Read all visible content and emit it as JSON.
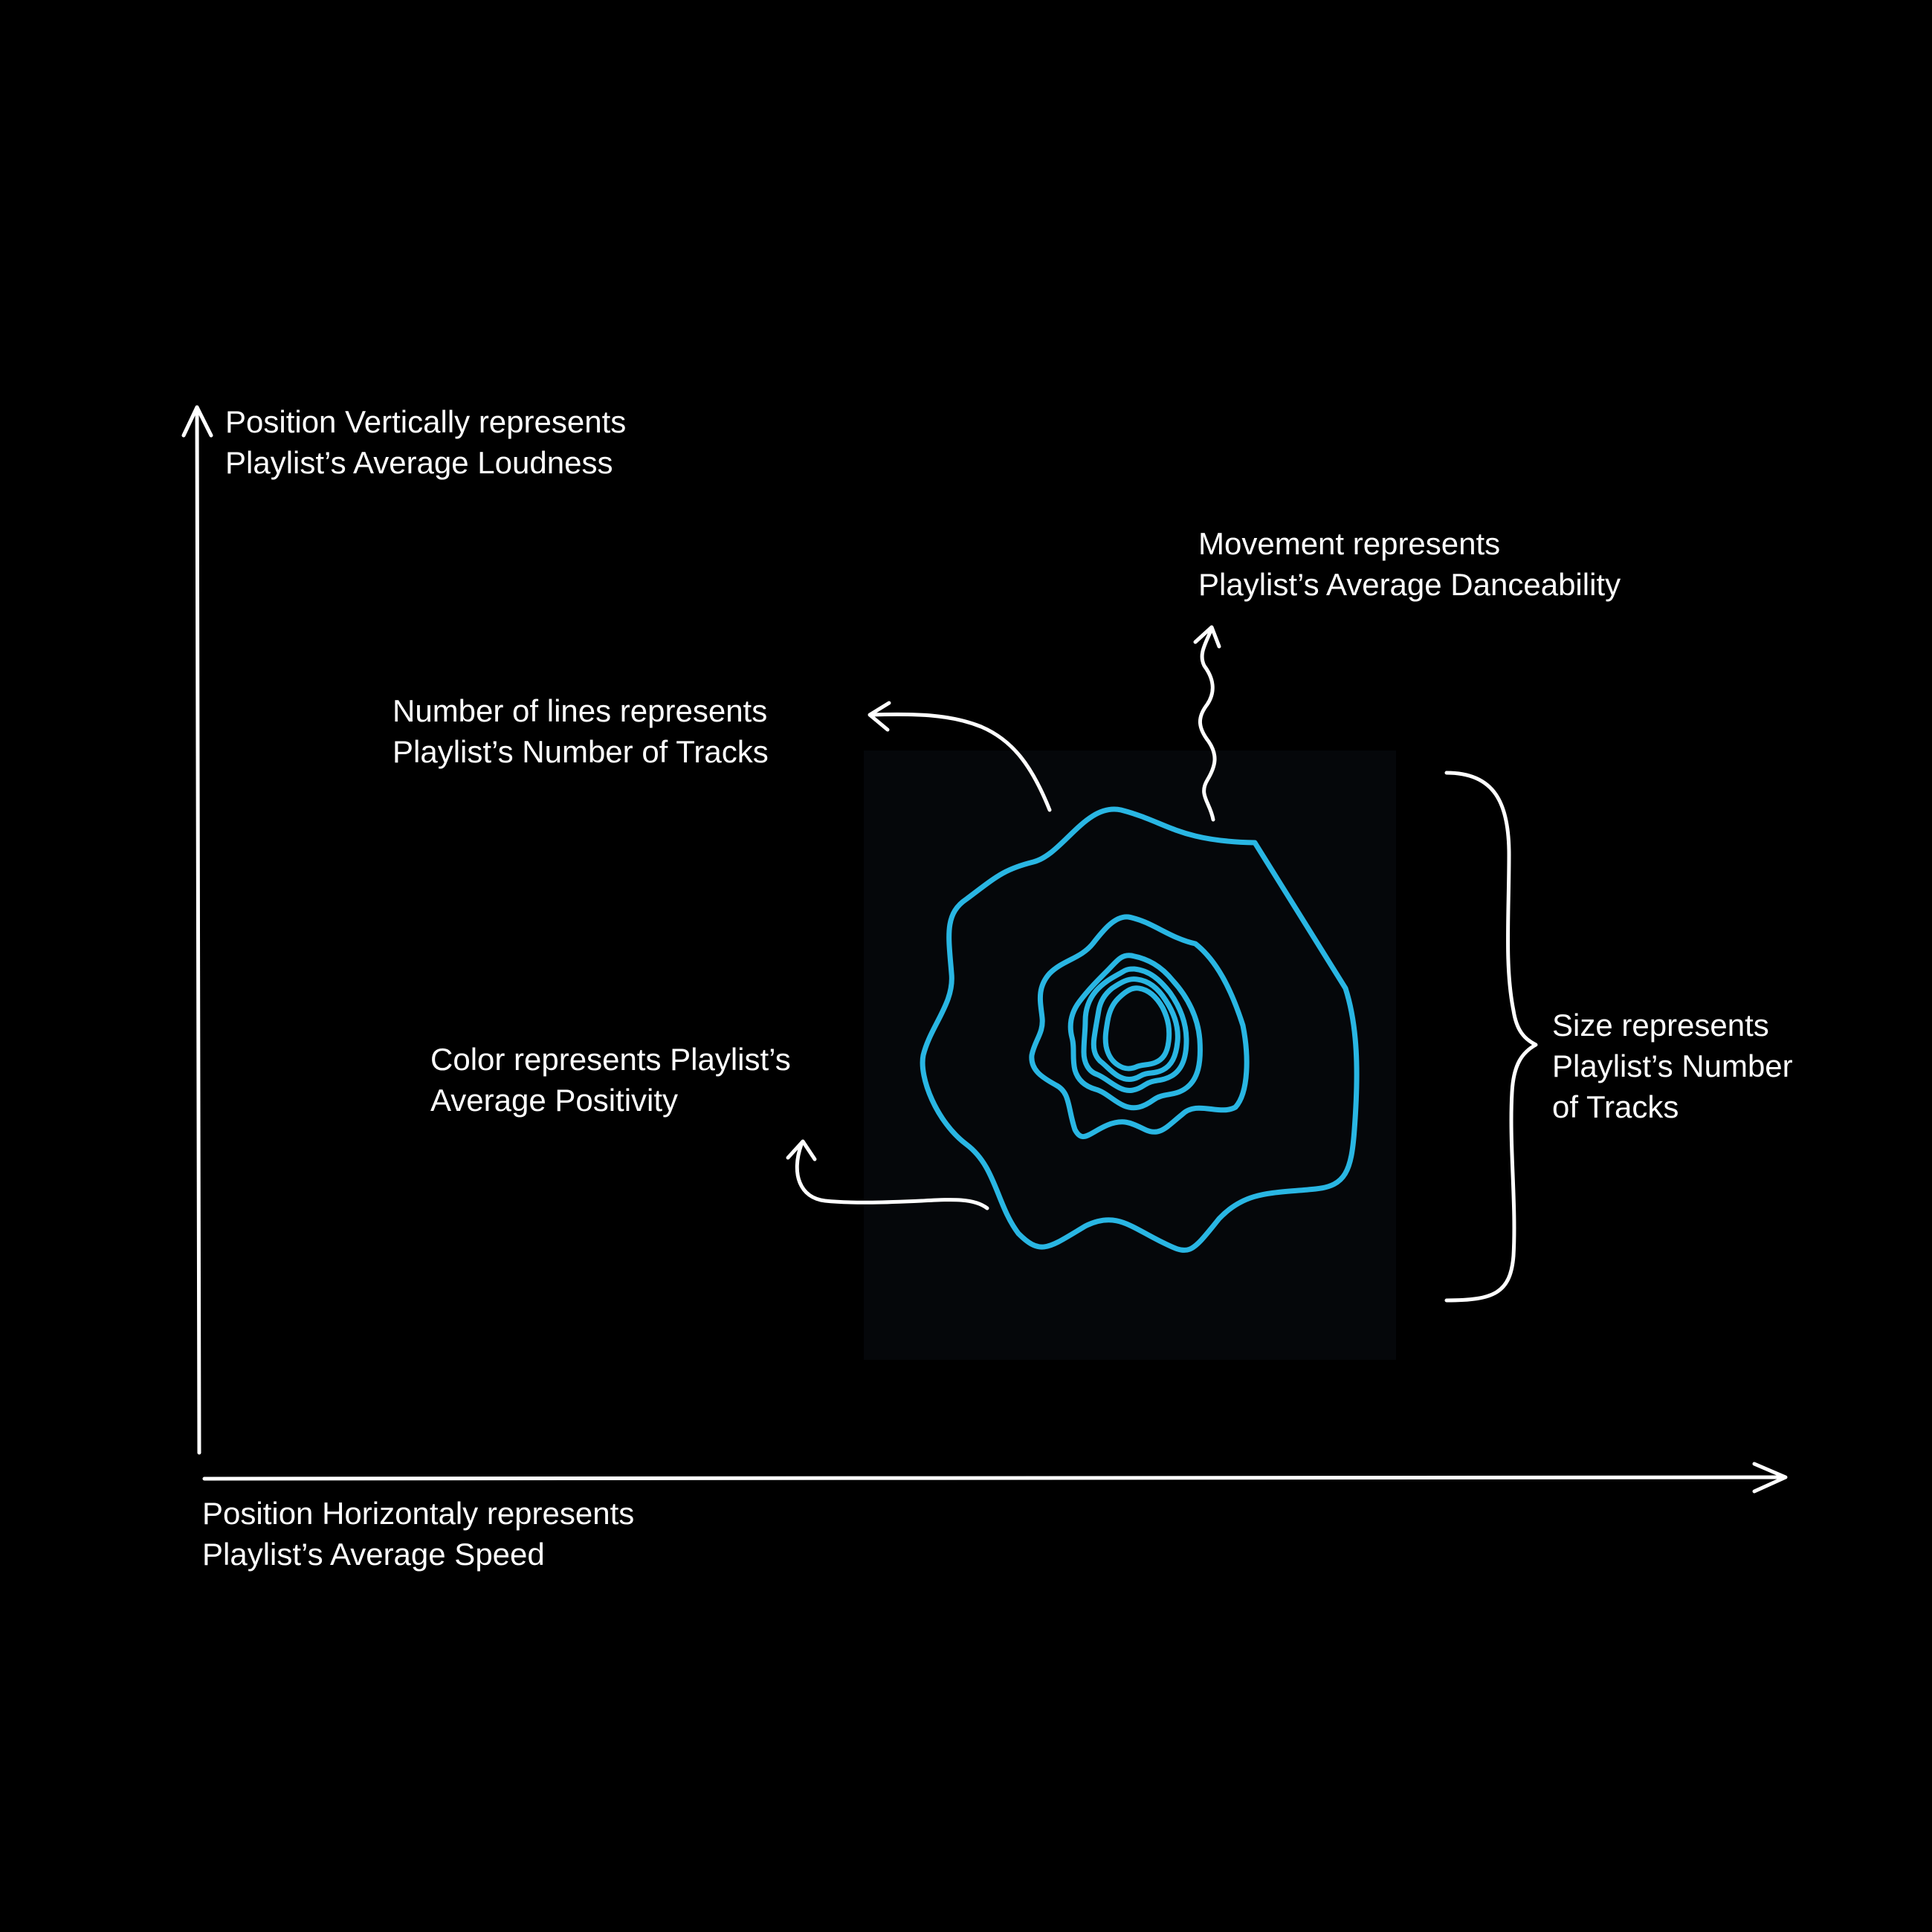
{
  "colors": {
    "background": "#000000",
    "text": "#ffffff",
    "arrows": "#ffffff",
    "glyph_stroke": "#29b6e3",
    "glyph_panel": "#05070a"
  },
  "annotations": {
    "vertical_axis": {
      "line1": "Position Vertically represents",
      "line2": "Playlist’s Average Loudness"
    },
    "horizontal_axis": {
      "line1": "Position Horizontaly represents",
      "line2": "Playlist’s Average Speed"
    },
    "movement": {
      "line1": "Movement  represents",
      "line2": "Playlist’s Average Danceability"
    },
    "number_of_lines": {
      "line1": "Number of lines  represents",
      "line2": "Playlist’s Number of Tracks"
    },
    "color": {
      "line1": "Color represents Playlist’s",
      "line2": "Average Positivity"
    },
    "size": {
      "line1": "Size represents",
      "line2": "Playlist’s Number",
      "line3": "of Tracks"
    }
  },
  "glyph": {
    "ring_count": 6
  },
  "icons": {
    "vertical_axis_arrow": "arrow-up-icon",
    "horizontal_axis_arrow": "arrow-right-icon",
    "movement_arrow": "wavy-arrow-up-icon",
    "lines_arrow": "curved-arrow-left-icon",
    "color_arrow": "curved-arrow-up-icon",
    "size_brace": "curly-brace-icon"
  }
}
